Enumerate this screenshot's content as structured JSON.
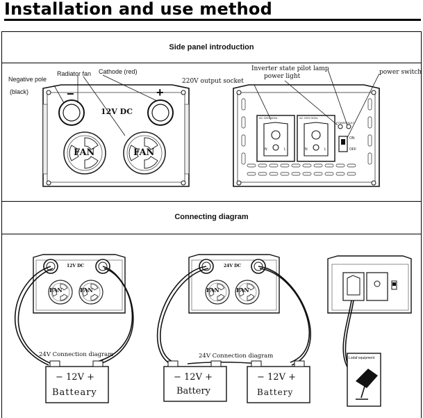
{
  "heading": "Installation and use method",
  "sections": {
    "side_panel": "Side panel introduction",
    "connecting": "Connecting diagram"
  },
  "side_panel_labels": {
    "negative_pole": "Negative pole",
    "negative_color": "(black)",
    "radiator_fan": "Radiator fan",
    "cathode": "Cathode (red)",
    "output_socket": "220V output socket",
    "pilot_lamp": "Inverter state pilot lamp",
    "power_light": "power light",
    "power_switch": "power switch",
    "voltage_12": "12V DC",
    "fan": "FAN",
    "minus": "−",
    "plus": "+"
  },
  "panel_markings": {
    "ac_socket": "AC 220V 50Hz",
    "power_mark": "POWER",
    "fault_mark": "FAULT",
    "on": "ON",
    "off": "OFF",
    "neutral": "N",
    "line": "L"
  },
  "connecting_labels": {
    "voltage_12": "12V DC",
    "voltage_24": "24V DC",
    "conn_24_left": "24V Connection diagram",
    "conn_24_mid": "24V Connection diagram",
    "battery_polarity": "− 12V +",
    "battery_name": "Batteary",
    "battery_name_plain": "Battery",
    "load": "Lodaf equipment"
  }
}
